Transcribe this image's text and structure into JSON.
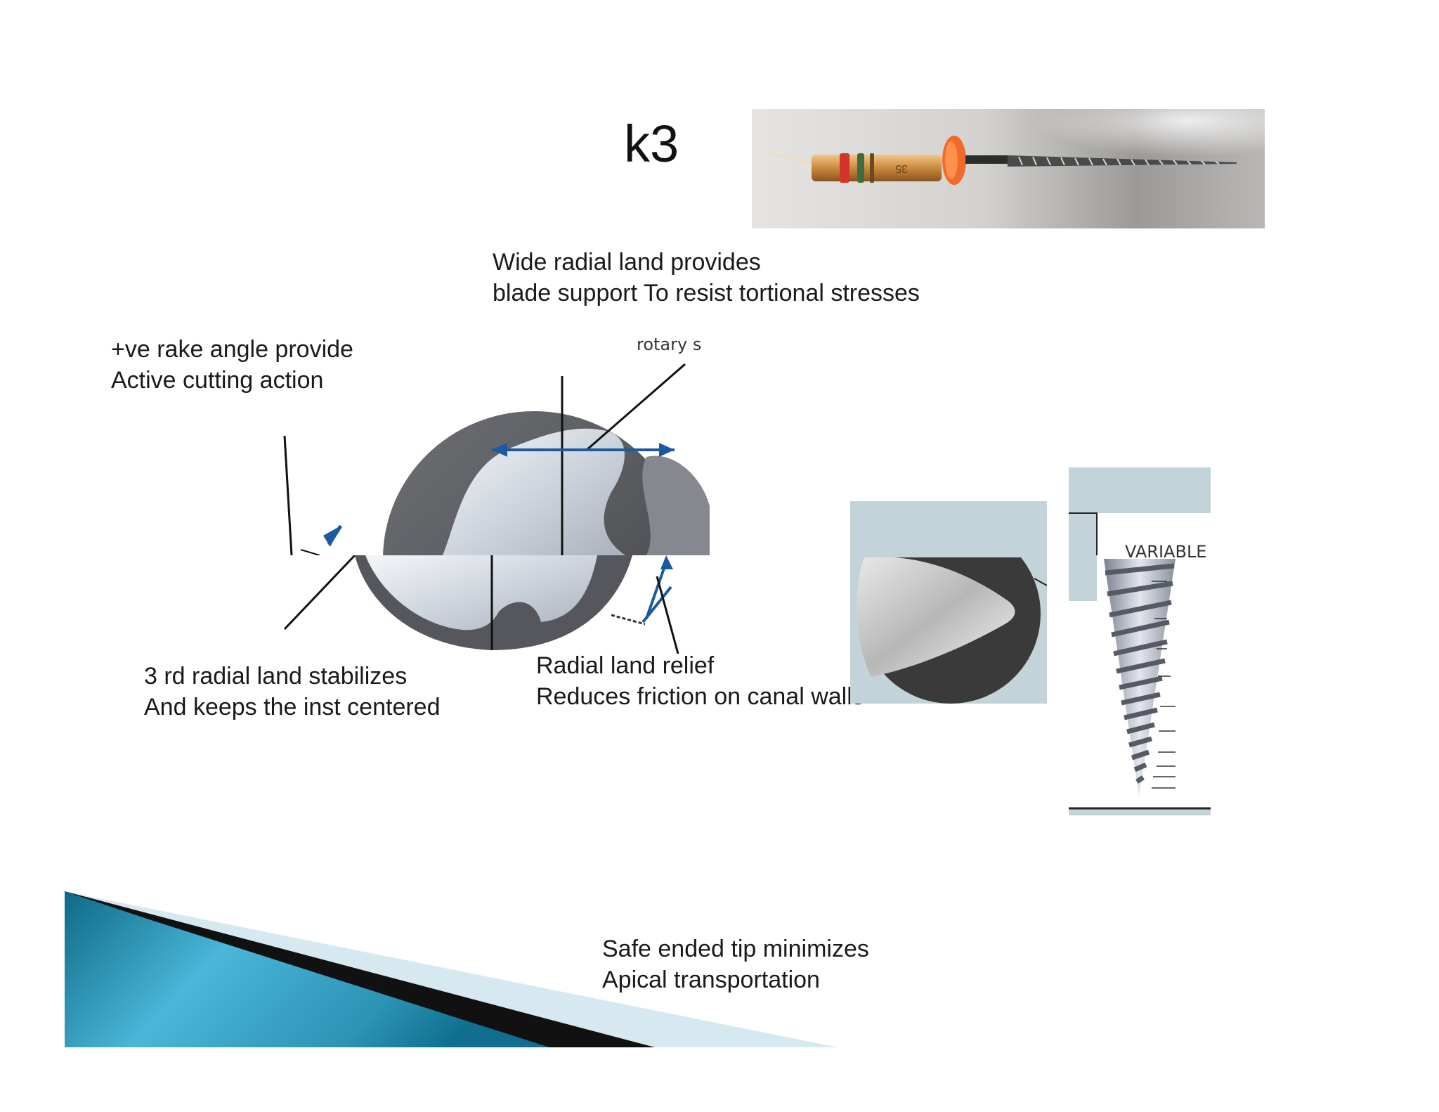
{
  "slide": {
    "title": "k3",
    "notes": {
      "radial_land": [
        "Wide radial land provides",
        "blade support To resist tortional stresses"
      ],
      "rake_angle": [
        "+ve rake angle provide",
        "Active cutting action"
      ],
      "third_land": [
        "3 rd radial land stabilizes",
        "And keeps the inst centered"
      ],
      "land_relief": [
        "Radial land relief",
        "Reduces friction on canal walls"
      ],
      "safe_tip": [
        "Safe ended tip minimizes",
        "Apical transportation"
      ]
    },
    "figure_labels": {
      "cross_section_clip": "rotary s",
      "pitch_clip": "VARIABLE PIT"
    },
    "images": {
      "file_photo": "k3-rotary-file-photo",
      "cross_section": "k3-cross-section-diagram",
      "tip": "safe-ended-tip-micrograph",
      "pitch": "variable-pitch-diagram"
    }
  }
}
